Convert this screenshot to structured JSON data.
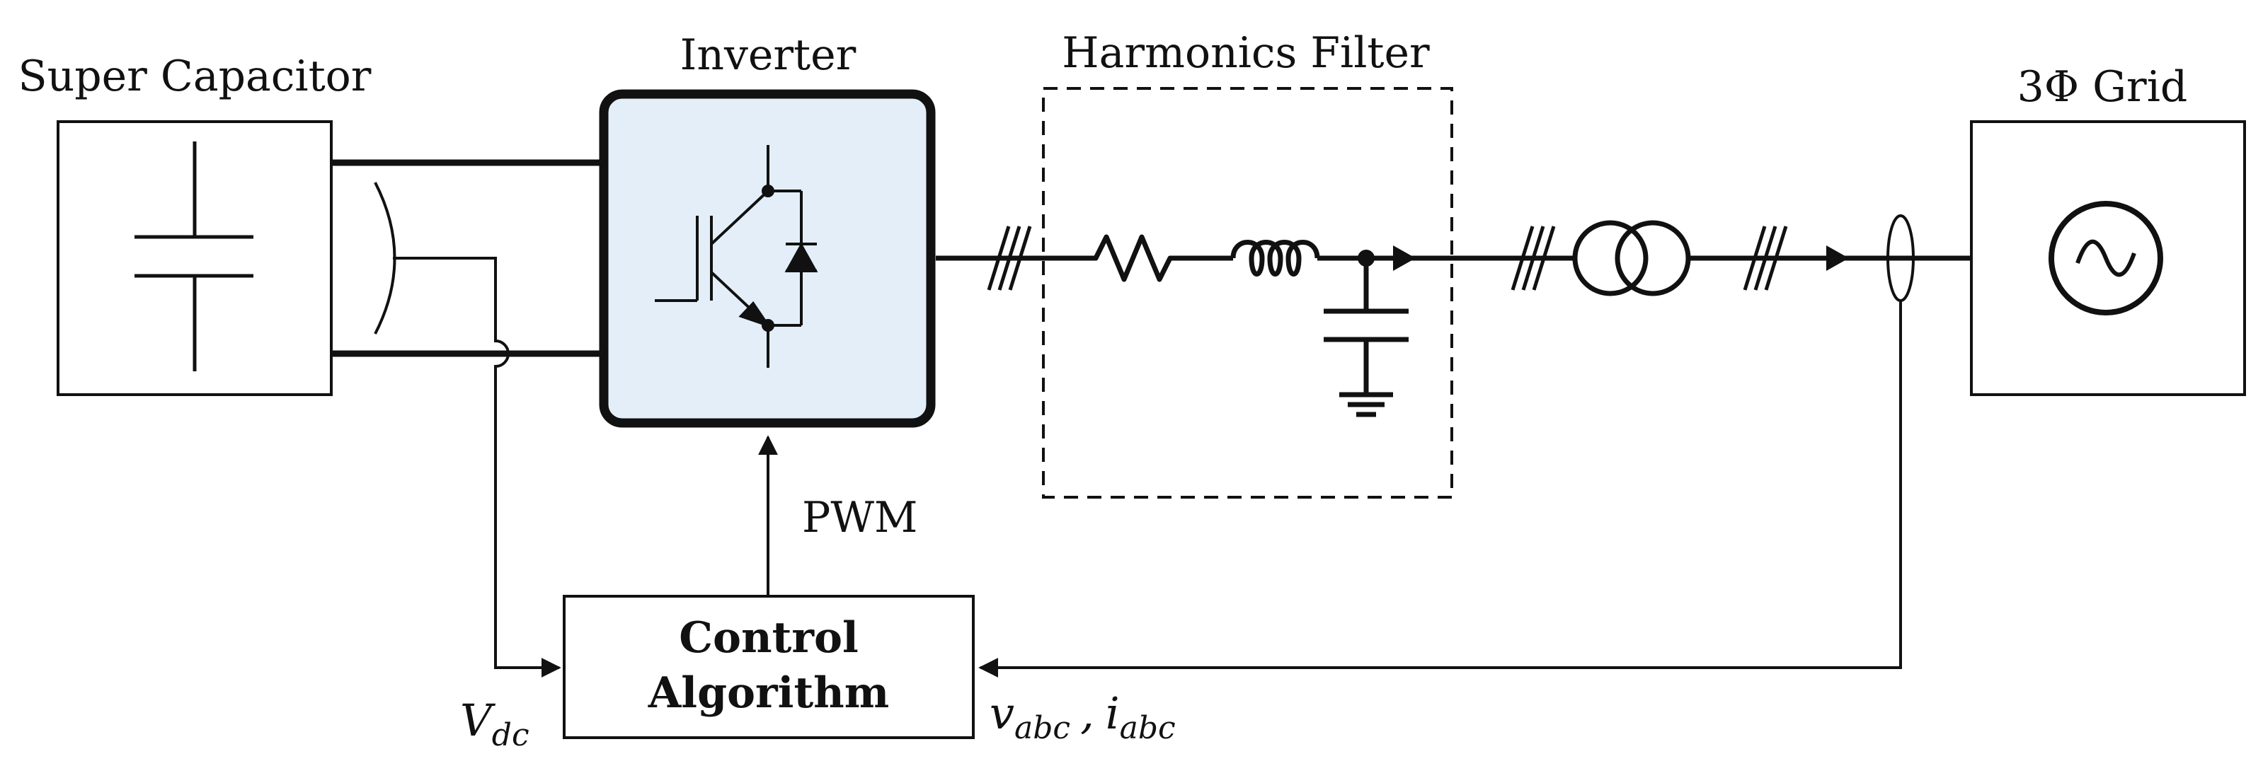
{
  "labels": {
    "super_capacitor": "Super Capacitor",
    "inverter": "Inverter",
    "harmonics_filter": "Harmonics Filter",
    "grid": "3Φ Grid",
    "pwm": "PWM",
    "control_line1": "Control",
    "control_line2": "Algorithm",
    "vdc_main": "V",
    "vdc_sub": "dc",
    "v_main": "v",
    "v_sub": "abc",
    "separator": ",",
    "i_main": "i",
    "i_sub": "abc"
  },
  "colors": {
    "line": "#111111",
    "inverter_fill": "#e3eef8",
    "background": "#ffffff"
  },
  "icons": [
    "capacitor-icon",
    "igbt-icon",
    "resistor-icon",
    "inductor-icon",
    "ground-icon",
    "transformer-icon",
    "ac-source-icon",
    "current-sensor-icon"
  ]
}
